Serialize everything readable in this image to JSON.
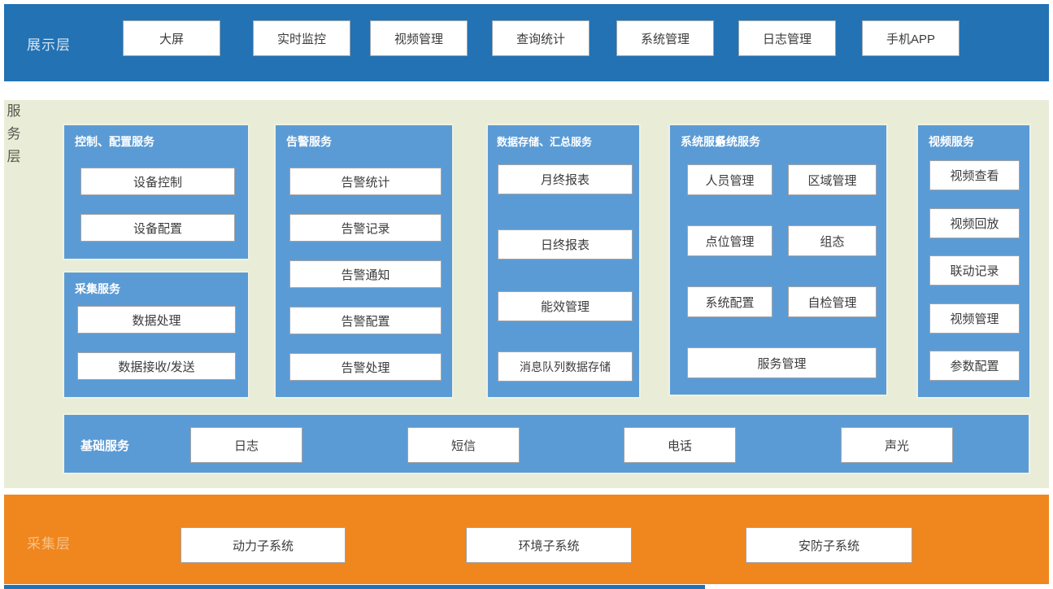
{
  "layers": {
    "display": {
      "label": "展示层",
      "items": [
        "大屏",
        "实时监控",
        "视频管理",
        "查询统计",
        "系统管理",
        "日志管理",
        "手机APP"
      ]
    },
    "service": {
      "label": "服务层",
      "groups": [
        {
          "title": "控制、配置服务",
          "items": [
            "设备控制",
            "设备配置"
          ]
        },
        {
          "title": "采集服务",
          "items": [
            "数据处理",
            "数据接收/发送"
          ]
        },
        {
          "title": "告警服务",
          "items": [
            "告警统计",
            "告警记录",
            "告警通知",
            "告警配置",
            "告警处理"
          ]
        },
        {
          "title": "数据存储、汇总服务",
          "items": [
            "月终报表",
            "日终报表",
            "能效管理",
            "消息队列数据存储"
          ]
        },
        {
          "title": "系统服务",
          "title_overlap": [
            "系统服务",
            "系统服务"
          ],
          "items": [
            "人员管理",
            "区域管理",
            "点位管理",
            "组态",
            "系统配置",
            "自检管理",
            "服务管理"
          ]
        },
        {
          "title": "视频服务",
          "items": [
            "视频查看",
            "视频回放",
            "联动记录",
            "视频管理",
            "参数配置"
          ]
        }
      ],
      "base_bar": {
        "title": "基础服务",
        "items": [
          "日志",
          "短信",
          "电话",
          "声光"
        ]
      }
    },
    "collection": {
      "label": "采集层",
      "items": [
        "动力子系统",
        "环境子系统",
        "安防子系统"
      ]
    }
  },
  "colors": {
    "display_band": "#2272B4",
    "service_background": "#E9EDD7",
    "group_blue": "#5B9BD5",
    "collection_orange": "#F0861E",
    "node_background": "#FFFFFF"
  }
}
